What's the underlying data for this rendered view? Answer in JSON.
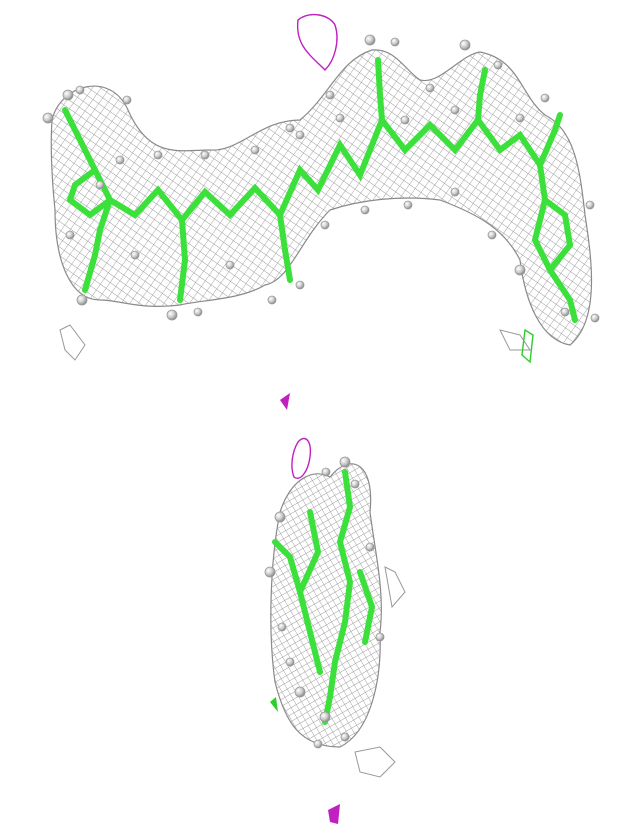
{
  "figure": {
    "panels": [
      {
        "id": "top",
        "view": "side"
      },
      {
        "id": "bottom",
        "view": "end-on"
      }
    ],
    "colors": {
      "background": "#ffffff",
      "carbon_stick": "#3be03b",
      "hydrogen_sphere": "#cccccc",
      "density_mesh": "#8a8a8a",
      "difference_density": "#c020c0",
      "frame_line": "#000000"
    }
  }
}
